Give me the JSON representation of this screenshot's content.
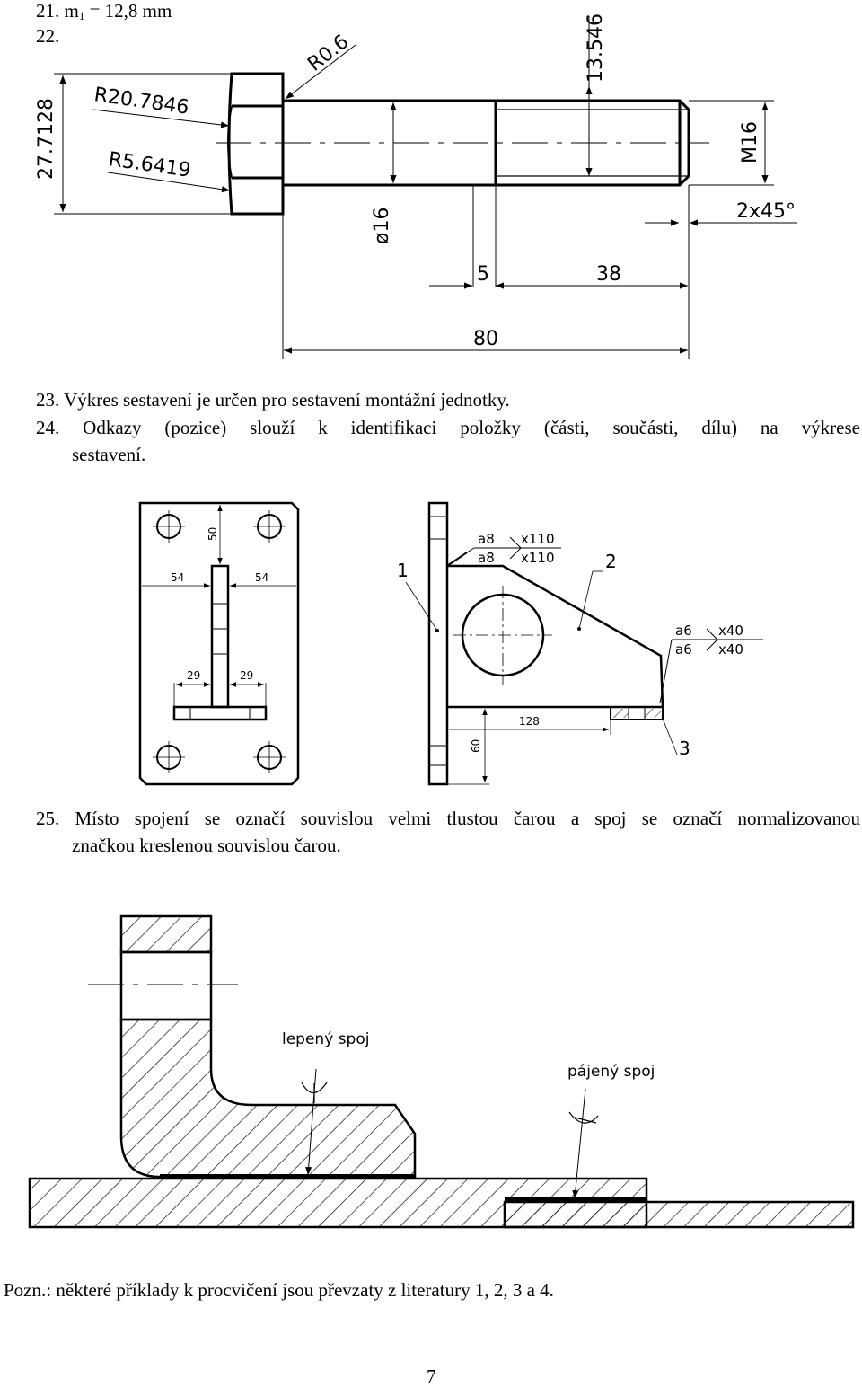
{
  "items": {
    "i21_prefix": "21. m",
    "i21_sub": "1",
    "i21_value": " = 12,8 mm",
    "i22": "22.",
    "i23": "23. Výkres sestavení je určen pro sestavení montážní jednotky.",
    "i24_line1": "24. Odkazy (pozice) slouží k identifikaci položky (části, součásti, dílu) na výkrese",
    "i24_line2": "sestavení.",
    "i25_line1": "25. Místo spojení se označí souvislou velmi tlustou čarou a spoj se označí normalizovanou",
    "i25_line2": "značkou kreslenou souvislou čarou."
  },
  "note": "Pozn.: některé příklady k procvičení jsou převzaty z literatury 1, 2, 3 a 4.",
  "page_number": "7",
  "bolt_drawing": {
    "dim_height": "27.7128",
    "dim_r_large": "R20.7846",
    "dim_r_small": "R5.6419",
    "dim_r_fillet": "R0.6",
    "dim_thread_len": "13.546",
    "dim_thread": "M16",
    "dim_chamfer": "2x45°",
    "dim_shank_dia": "ø16",
    "dim_5": "5",
    "dim_38": "38",
    "dim_80": "80"
  },
  "weld_drawing": {
    "dim_50": "50",
    "dim_54_left": "54",
    "dim_54_right": "54",
    "dim_29_left": "29",
    "dim_29_right": "29",
    "pos_1": "1",
    "pos_2": "2",
    "pos_3": "3",
    "weld_a8_top": "a8",
    "weld_a8_bottom": "a8",
    "weld_x110_top": "x110",
    "weld_x110_bottom": "x110",
    "weld_a6_top": "a6",
    "weld_a6_bottom": "a6",
    "weld_x40_top": "x40",
    "weld_x40_bottom": "x40",
    "dim_128": "128",
    "dim_60": "60"
  },
  "joint_drawing": {
    "label_glued": "lepený spoj",
    "label_soldered": "pájený spoj"
  }
}
